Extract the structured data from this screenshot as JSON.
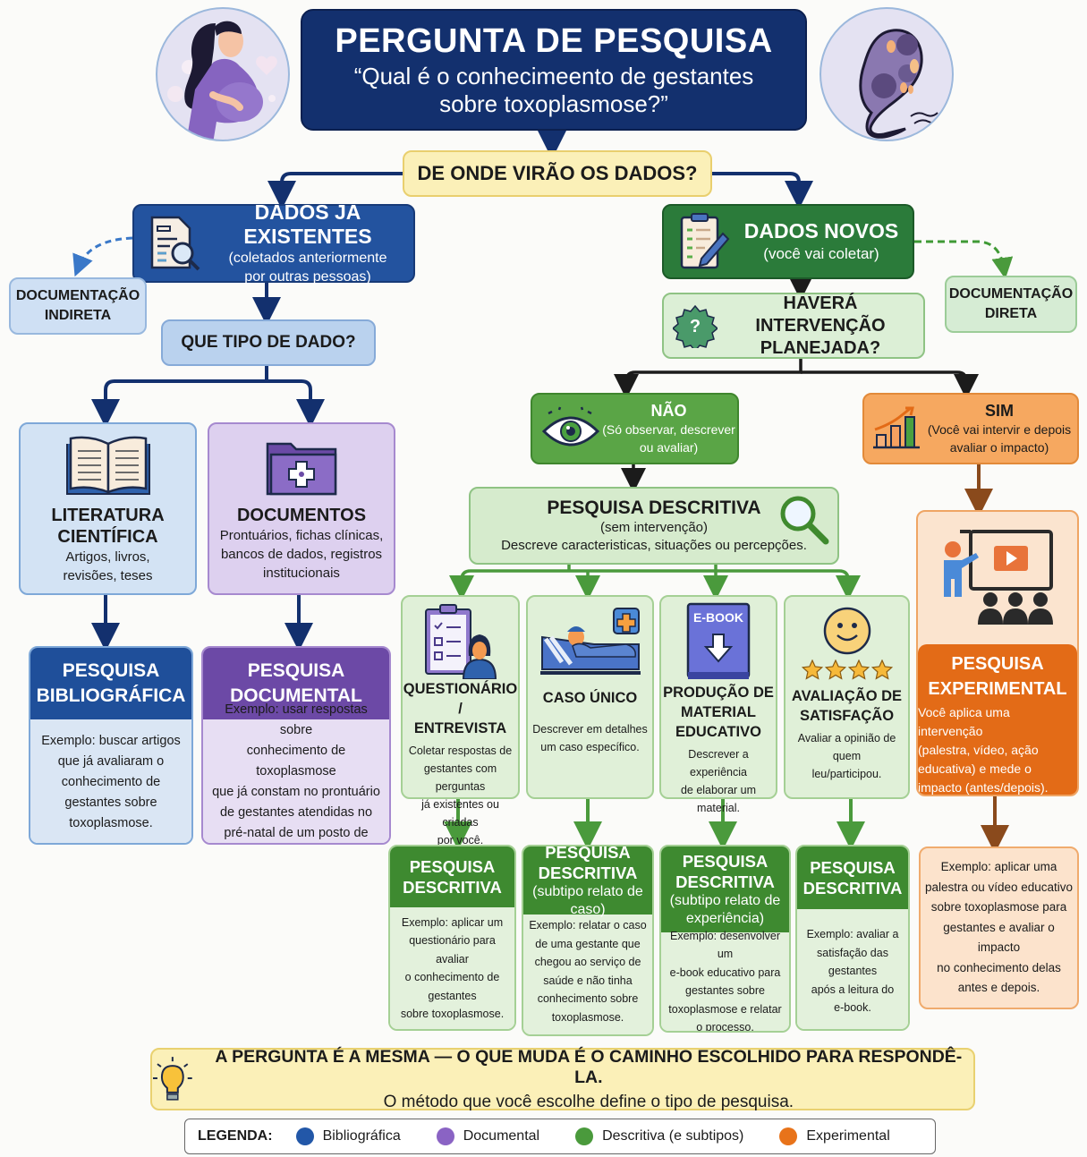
{
  "header": {
    "title": "PERGUNTA DE PESQUISA",
    "question_line1": "“Qual é o conhecimeento de gestantes",
    "question_line2": "sobre toxoplasmose?”",
    "left_image": "pregnant-woman-illustration",
    "right_image": "toxoplasma-parasite-illustration"
  },
  "data_source_question": "DE ONDE VIRÃO OS DADOS?",
  "existing_data": {
    "title": "DADOS JÁ EXISTENTES",
    "subtitle_line1": "(coletados anteriormente",
    "subtitle_line2": "por outras pessoas)",
    "icon": "document-search-icon",
    "side_label_line1": "DOCUMENTAÇÃO",
    "side_label_line2": "INDIRETA",
    "type_question": "QUE TIPO DE DADO?",
    "categories": [
      {
        "title_line1": "LITERATURA",
        "title_line2": "CIENTÍFICA",
        "desc_line1": "Artigos, livros,",
        "desc_line2": "revisões, teses",
        "icon": "open-book-icon",
        "result_line1": "PESQUISA",
        "result_line2": "BIBLIOGRÁFICA",
        "example": [
          "Exemplo: buscar artigos",
          "que já avaliaram o",
          "conhecimento de",
          "gestantes sobre",
          "toxoplasmose."
        ]
      },
      {
        "title_line1": "DOCUMENTOS",
        "desc_line1": "Prontuários, fichas clínicas,",
        "desc_line2": "bancos de dados, registros",
        "desc_line3": "institucionais",
        "icon": "medical-folder-icon",
        "result_line1": "PESQUISA",
        "result_line2": "DOCUMENTAL",
        "example": [
          "Exemplo: usar respostas sobre",
          "conhecimento de toxoplasmose",
          "que já constam no prontuário",
          "de gestantes atendidas no",
          "pré-natal de um posto de saúde."
        ]
      }
    ]
  },
  "new_data": {
    "title": "DADOS NOVOS",
    "subtitle": "(você vai coletar)",
    "icon": "clipboard-pen-icon",
    "side_label_line1": "DOCUMENTAÇÃO",
    "side_label_line2": "DIRETA",
    "intervention_question_line1": "HAVERÁ INTERVENÇÃO",
    "intervention_question_line2": "PLANEJADA?",
    "no": {
      "title": "NÃO",
      "desc_line1": "(Só observar, descrever",
      "desc_line2": "ou avaliar)",
      "icon": "eye-icon"
    },
    "yes": {
      "title": "SIM",
      "desc_line1": "(Você vai intervir e depois",
      "desc_line2": "avaliar o impacto)",
      "icon": "growth-chart-icon"
    },
    "descriptive": {
      "title": "PESQUISA DESCRITIVA",
      "subtitle": "(sem intervenção)",
      "desc": "Descreve caracteristicas, situações ou percepções.",
      "icon": "magnifier-icon"
    },
    "subtypes": [
      {
        "title_line1": "QUESTIONÁRIO /",
        "title_line2": "ENTREVISTA",
        "desc": [
          "Coletar respostas de",
          "gestantes com perguntas",
          "já existentes ou criadas",
          "por você."
        ],
        "icon": "questionnaire-icon",
        "result_line1": "PESQUISA",
        "result_line2": "DESCRITIVA",
        "result_line3": "",
        "result_line4": "",
        "example": [
          "Exemplo: aplicar um",
          "questionário para avaliar",
          "o conhecimento de gestantes",
          "sobre toxoplasmose."
        ]
      },
      {
        "title_line1": "CASO ÚNICO",
        "title_line2": "",
        "desc": [
          "Descrever em detalhes",
          "um caso específico."
        ],
        "icon": "patient-bed-icon",
        "result_line1": "PESQUISA",
        "result_line2": "DESCRITIVA",
        "result_line3": "(subtipo relato de caso)",
        "result_line4": "",
        "example": [
          "Exemplo: relatar o caso",
          "de uma gestante que",
          "chegou ao serviço de",
          "saúde e não tinha",
          "conhecimento sobre",
          "toxoplasmose."
        ]
      },
      {
        "title_line1": "PRODUÇÃO DE",
        "title_line2": "MATERIAL",
        "title_line3": "EDUCATIVO",
        "desc": [
          "Descrever a experiência",
          "de elaborar um material."
        ],
        "icon": "ebook-download-icon",
        "icon_label": "E-BOOK",
        "result_line1": "PESQUISA",
        "result_line2": "DESCRITIVA",
        "result_line3": "(subtipo relato de",
        "result_line4": "experiência)",
        "example": [
          "Exemplo: desenvolver um",
          "e-book educativo para",
          "gestantes sobre",
          "toxoplasmose e relatar",
          "o processo."
        ]
      },
      {
        "title_line1": "AVALIAÇÃO DE",
        "title_line2": "SATISFAÇÃO",
        "desc": [
          "Avaliar a opinião de quem",
          "leu/participou."
        ],
        "icon": "smiley-stars-icon",
        "rating_stars": 4,
        "result_line1": "PESQUISA",
        "result_line2": "DESCRITIVA",
        "result_line3": "",
        "result_line4": "",
        "example": [
          "Exemplo: avaliar a",
          "satisfação das gestantes",
          "após a leitura do",
          "e-book."
        ]
      }
    ],
    "experimental": {
      "title_line1": "PESQUISA",
      "title_line2": "EXPERIMENTAL",
      "desc": [
        "Você aplica uma intervenção",
        "(palestra, vídeo, ação",
        "educativa) e mede o",
        "impacto (antes/depois)."
      ],
      "icon": "presentation-audience-icon",
      "example": [
        "Exemplo: aplicar uma",
        "palestra ou vídeo educativo",
        "sobre toxoplasmose para",
        "gestantes e avaliar o impacto",
        "no conhecimento delas",
        "antes e depois."
      ]
    }
  },
  "banner": {
    "icon": "lightbulb-icon",
    "line1": "A PERGUNTA É A MESMA — O QUE MUDA É O CAMINHO ESCOLHIDO PARA RESPONDÊ-LA.",
    "line2": "O método que você escolhe define o tipo de pesquisa."
  },
  "legend": {
    "label": "LEGENDA:",
    "items": [
      {
        "name": "Bibliográfica",
        "color": "#2257a8"
      },
      {
        "name": "Documental",
        "color": "#8a63c4"
      },
      {
        "name": "Descritiva (e subtipos)",
        "color": "#4a9a3c"
      },
      {
        "name": "Experimental",
        "color": "#e8731a"
      }
    ]
  },
  "colors": {
    "title_navy": "#13306e",
    "bibliographic_blue": "#1f4f9a",
    "documental_purple": "#6c49a6",
    "descriptive_green": "#3e8a30",
    "experimental_orange": "#e36b17",
    "question_yellow": "#fbf0b8"
  }
}
